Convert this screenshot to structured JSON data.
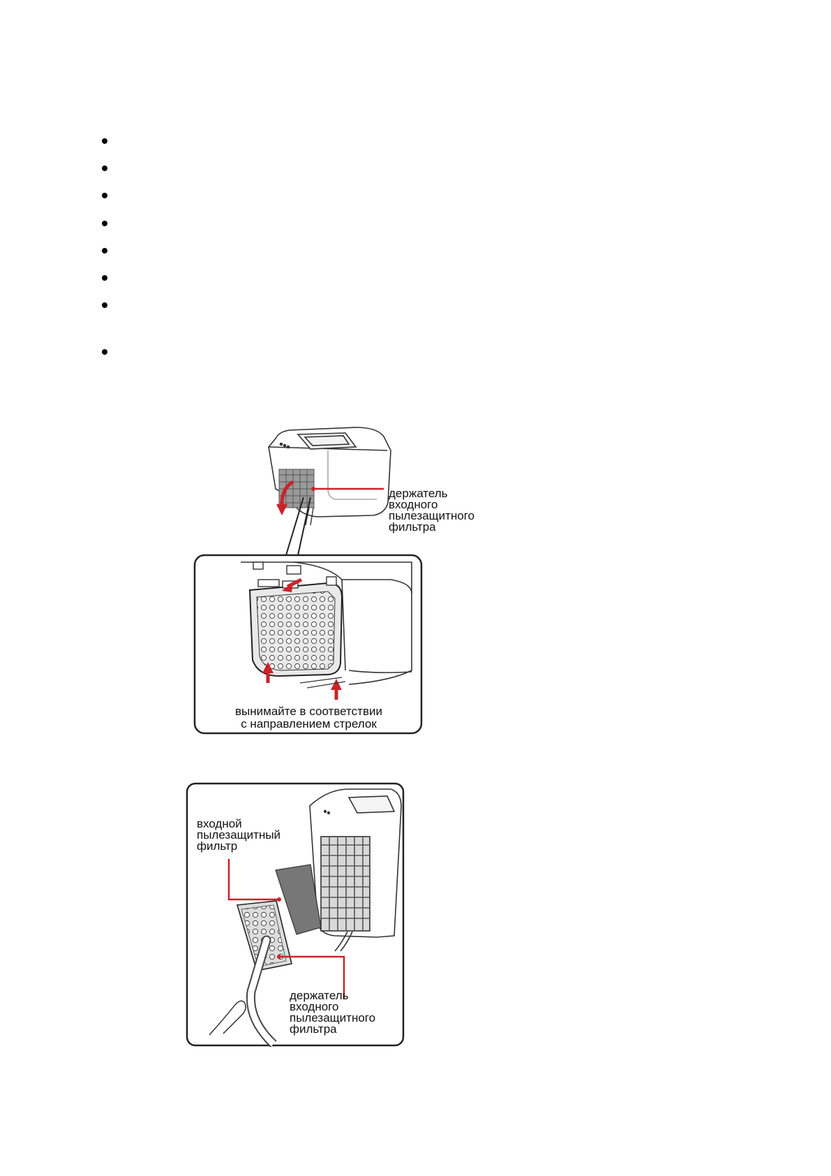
{
  "figure1": {
    "callout_holder": {
      "lines": [
        "держатель",
        "входного",
        "пылезащитного",
        "фильтра"
      ]
    },
    "caption": {
      "lines": [
        "вынимайте в соответствии",
        "с направлением стрелок"
      ]
    }
  },
  "figure2": {
    "callout_filter": {
      "lines": [
        "входной",
        "пылезащитный",
        "фильтр"
      ]
    },
    "callout_holder": {
      "lines": [
        "держатель",
        "входного",
        "пылезащитного",
        "фильтра"
      ]
    }
  },
  "colors": {
    "accent": "#cc2229",
    "line": "#222222"
  }
}
